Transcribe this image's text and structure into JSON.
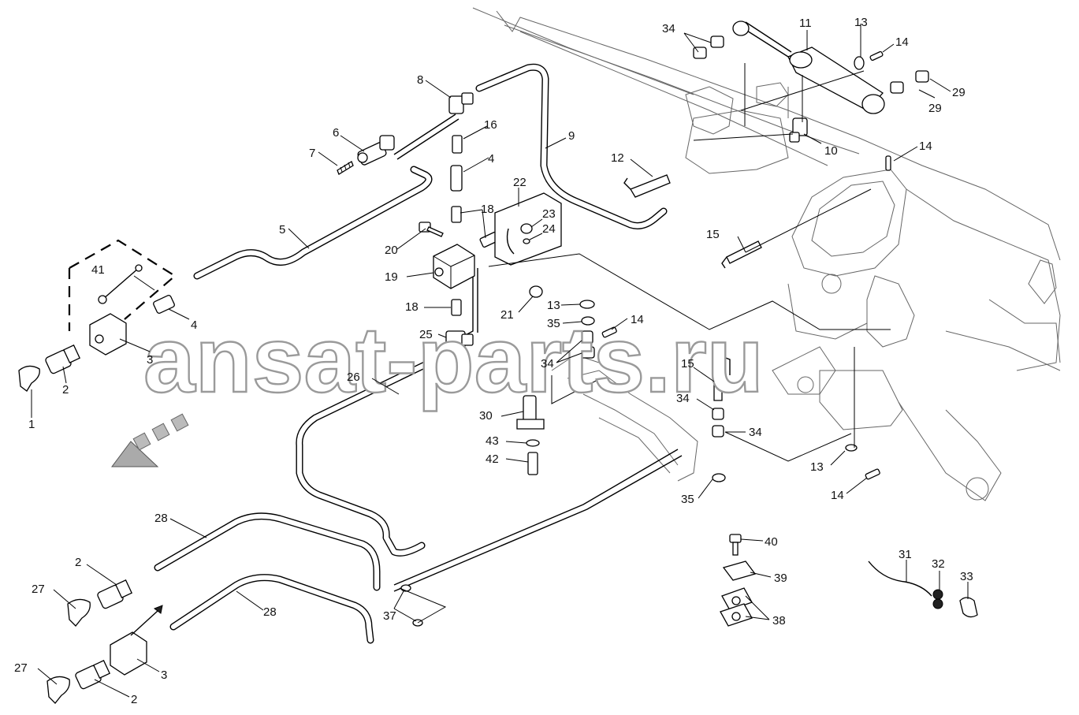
{
  "watermark": "ansat-parts.ru",
  "callouts": {
    "c1": "1",
    "c2a": "2",
    "c2b": "2",
    "c2c": "2",
    "c3a": "3",
    "c3b": "3",
    "c4a": "4",
    "c4b": "4",
    "c5": "5",
    "c6": "6",
    "c7": "7",
    "c8": "8",
    "c9": "9",
    "c10": "10",
    "c11": "11",
    "c12": "12",
    "c13a": "13",
    "c13b": "13",
    "c13c": "13",
    "c14a": "14",
    "c14b": "14",
    "c14c": "14",
    "c14d": "14",
    "c15a": "15",
    "c15b": "15",
    "c16": "16",
    "c18a": "18",
    "c18b": "18",
    "c19": "19",
    "c20": "20",
    "c21": "21",
    "c22": "22",
    "c23": "23",
    "c24": "24",
    "c25": "25",
    "c26": "26",
    "c27a": "27",
    "c27b": "27",
    "c28a": "28",
    "c28b": "28",
    "c29a": "29",
    "c29b": "29",
    "c30": "30",
    "c31": "31",
    "c32": "32",
    "c33": "33",
    "c34a": "34",
    "c34b": "34",
    "c34c": "34",
    "c34d": "34",
    "c35a": "35",
    "c35b": "35",
    "c37": "37",
    "c38": "38",
    "c39": "39",
    "c40": "40",
    "c41": "41",
    "c42": "42",
    "c43": "43"
  }
}
